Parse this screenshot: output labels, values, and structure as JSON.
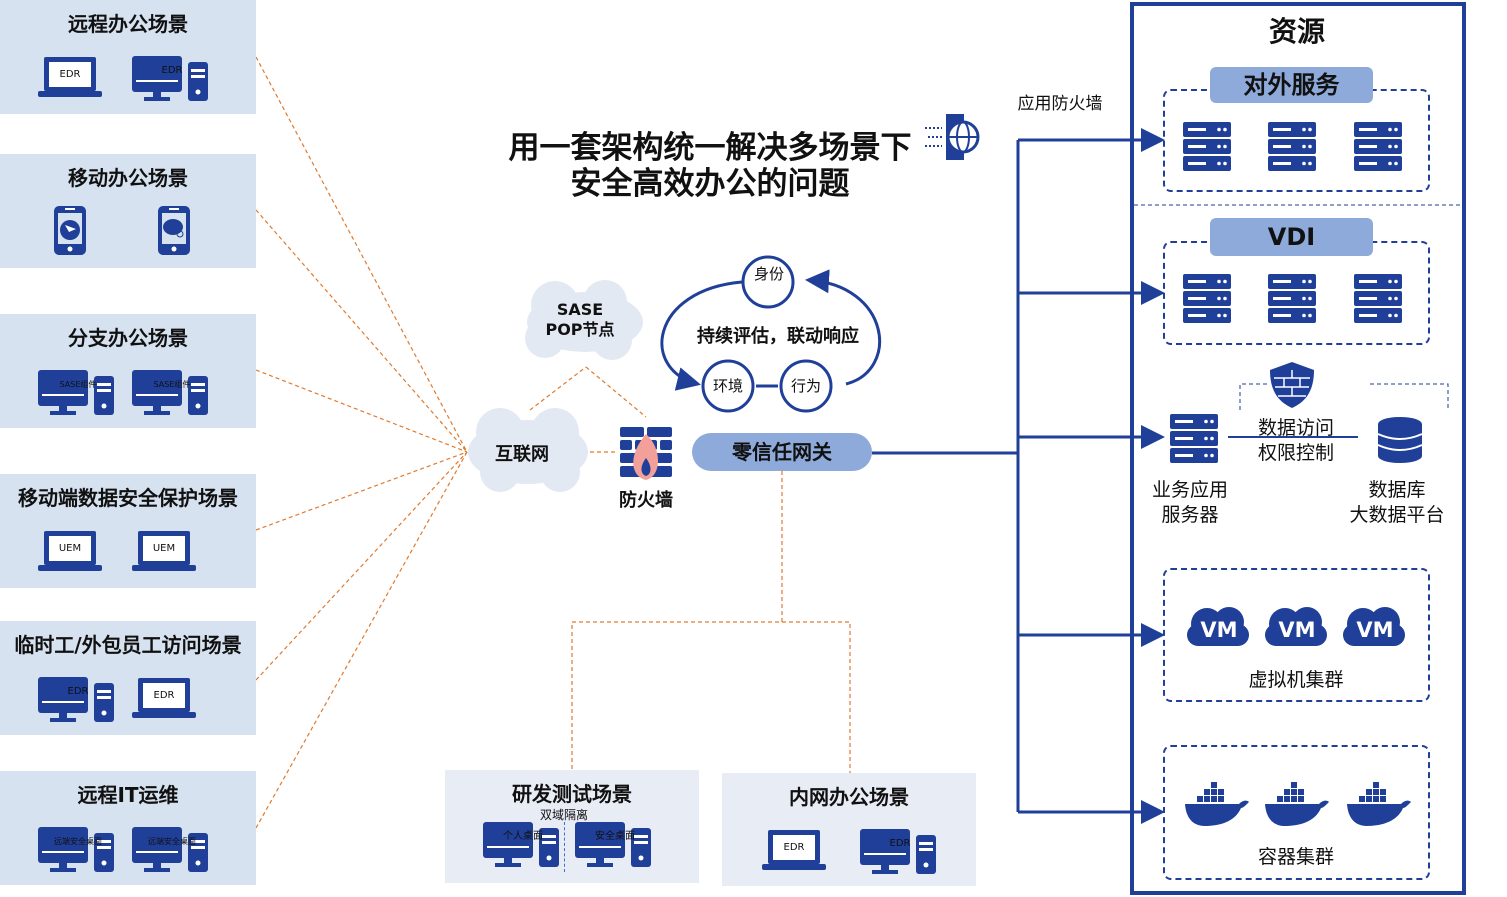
{
  "title": {
    "line1": "用一套架构统一解决多场景下",
    "line2": "安全高效办公的问题"
  },
  "colors": {
    "primary": "#1f3f99",
    "pill": "#8eaadb",
    "panel": "#d6e2f0",
    "panel_bottom": "#e8ecf5",
    "dashed_link": "#e07a2e",
    "flame": "#f4a09a"
  },
  "left_scenarios": [
    {
      "title": "远程办公场景",
      "devices": [
        {
          "icon": "laptop-icon",
          "label": "EDR"
        },
        {
          "icon": "desktop-icon",
          "label": "EDR"
        }
      ]
    },
    {
      "title": "移动办公场景",
      "devices": [
        {
          "icon": "phone-app-icon",
          "label": ""
        },
        {
          "icon": "phone-chat-icon",
          "label": ""
        }
      ]
    },
    {
      "title": "分支办公场景",
      "devices": [
        {
          "icon": "desktop-icon",
          "label": "SASE组件"
        },
        {
          "icon": "desktop-icon",
          "label": "SASE组件"
        }
      ]
    },
    {
      "title": "移动端数据安全保护场景",
      "devices": [
        {
          "icon": "laptop-icon",
          "label": "UEM"
        },
        {
          "icon": "laptop-icon",
          "label": "UEM"
        }
      ]
    },
    {
      "title": "临时工/外包员工访问场景",
      "devices": [
        {
          "icon": "desktop-icon",
          "label": "EDR"
        },
        {
          "icon": "laptop-icon",
          "label": "EDR"
        }
      ]
    },
    {
      "title": "远程IT运维",
      "devices": [
        {
          "icon": "desktop-icon",
          "label": "远端安全桌面"
        },
        {
          "icon": "desktop-icon",
          "label": "远端安全桌面"
        }
      ]
    }
  ],
  "bottom_scenarios": [
    {
      "title": "研发测试场景",
      "note": "双域隔离",
      "devices": [
        {
          "icon": "desktop-icon",
          "label": "个人桌面"
        },
        {
          "icon": "desktop-icon",
          "label": "安全桌面"
        }
      ]
    },
    {
      "title": "内网办公场景",
      "devices": [
        {
          "icon": "laptop-icon",
          "label": "EDR"
        },
        {
          "icon": "desktop-icon",
          "label": "EDR"
        }
      ]
    }
  ],
  "network": {
    "sase_pop_line1": "SASE",
    "sase_pop_line2": "POP节点",
    "internet": "互联网",
    "firewall": "防火墙",
    "gateway": "零信任网关",
    "app_firewall": "应用防火墙"
  },
  "cycle": {
    "center": "持续评估，联动响应",
    "identity": "身份",
    "environment": "环境",
    "behavior": "行为"
  },
  "resources": {
    "title": "资源",
    "external_services": "对外服务",
    "vdi": "VDI",
    "app_server_line1": "业务应用",
    "app_server_line2": "服务器",
    "access_control_line1": "数据访问",
    "access_control_line2": "权限控制",
    "database_line1": "数据库",
    "database_line2": "大数据平台",
    "vm_label": "VM",
    "vm_cluster": "虚拟机集群",
    "container_cluster": "容器集群"
  }
}
